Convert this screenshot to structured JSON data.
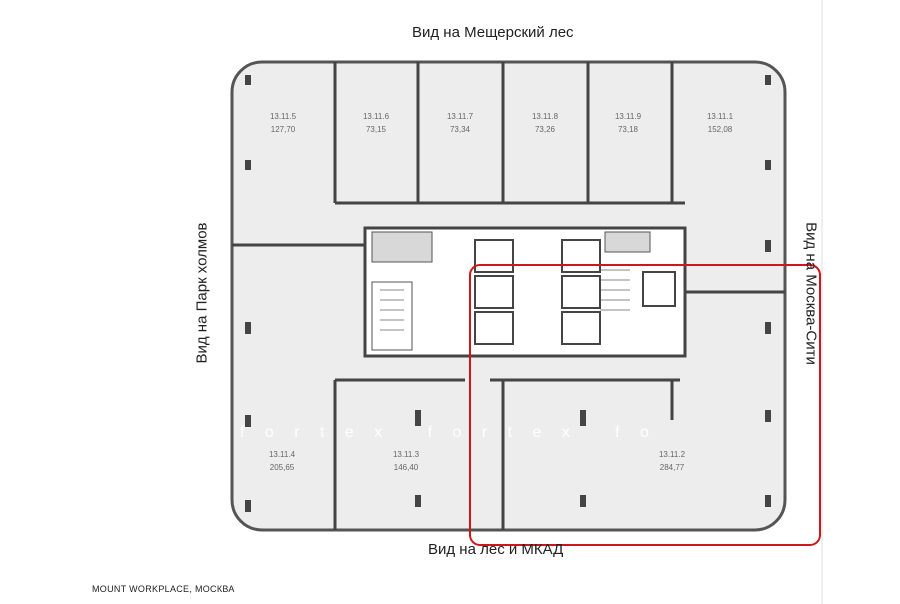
{
  "views": {
    "top": "Вид на Мещерский лес",
    "bottom": "Вид на лес и МКАД",
    "left": "Вид на Парк холмов",
    "right": "Вид на Москва-Сити"
  },
  "rooms": [
    {
      "id": "13.11.5",
      "area": "127,70"
    },
    {
      "id": "13.11.6",
      "area": "73,15"
    },
    {
      "id": "13.11.7",
      "area": "73,34"
    },
    {
      "id": "13.11.8",
      "area": "73,26"
    },
    {
      "id": "13.11.9",
      "area": "73,18"
    },
    {
      "id": "13.11.1",
      "area": "152,08"
    },
    {
      "id": "13.11.4",
      "area": "205,65"
    },
    {
      "id": "13.11.3",
      "area": "146,40"
    },
    {
      "id": "13.11.2",
      "area": "284,77"
    }
  ],
  "watermark": "f o r t e x   f o r t e x   f o",
  "footer": "MOUNT WORKPLACE, МОСКВА",
  "colors": {
    "highlight": "#d0161b",
    "wall": "#444444",
    "floor": "#ededed"
  }
}
